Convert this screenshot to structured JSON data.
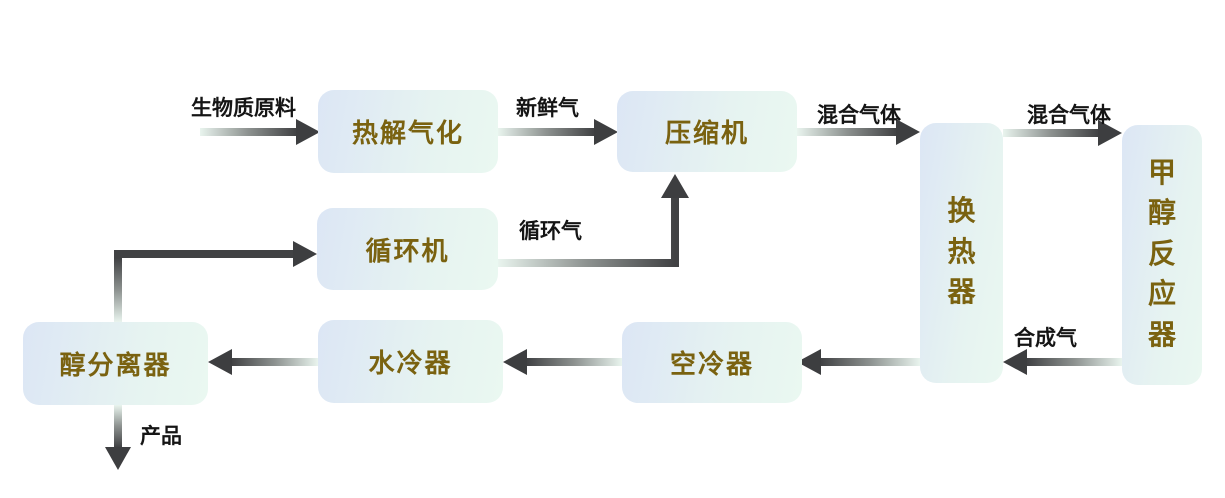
{
  "diagram": {
    "type": "process-flow",
    "description_language": "zh-CN",
    "colors": {
      "background": "#ffffff",
      "node_fill_start": "#dce6f5",
      "node_fill_end": "#eaf8f1",
      "node_text": "#7a6210",
      "flow_label_text": "#151515",
      "arrow_dark": "#3d3e40",
      "arrow_light": "#e9f4ee"
    },
    "nodes": [
      {
        "id": "pyrolysis",
        "label": "热解气化"
      },
      {
        "id": "compressor",
        "label": "压缩机"
      },
      {
        "id": "heat-exchanger",
        "label": "换热器"
      },
      {
        "id": "methanol-reactor",
        "label": "甲醇反应器"
      },
      {
        "id": "recycle-machine",
        "label": "循环机"
      },
      {
        "id": "alcohol-separator",
        "label": "醇分离器"
      },
      {
        "id": "water-cooler",
        "label": "水冷器"
      },
      {
        "id": "air-cooler",
        "label": "空冷器"
      }
    ],
    "edges": [
      {
        "id": "biomass-feed",
        "label": "生物质原料",
        "from": "external-input",
        "to": "pyrolysis"
      },
      {
        "id": "fresh-gas",
        "label": "新鲜气",
        "from": "pyrolysis",
        "to": "compressor"
      },
      {
        "id": "mixed-gas-1",
        "label": "混合气体",
        "from": "compressor",
        "to": "heat-exchanger"
      },
      {
        "id": "mixed-gas-2",
        "label": "混合气体",
        "from": "heat-exchanger",
        "to": "methanol-reactor"
      },
      {
        "id": "separator-to-recycle",
        "label": "",
        "from": "alcohol-separator",
        "to": "recycle-machine"
      },
      {
        "id": "recycle-gas",
        "label": "循环气",
        "from": "recycle-machine",
        "to": "compressor"
      },
      {
        "id": "syngas",
        "label": "合成气",
        "from": "methanol-reactor",
        "to": "heat-exchanger"
      },
      {
        "id": "hx-to-air-cooler",
        "label": "",
        "from": "heat-exchanger",
        "to": "air-cooler"
      },
      {
        "id": "air-to-water-cooler",
        "label": "",
        "from": "air-cooler",
        "to": "water-cooler"
      },
      {
        "id": "water-cooler-to-separator",
        "label": "",
        "from": "water-cooler",
        "to": "alcohol-separator"
      },
      {
        "id": "product-out",
        "label": "产品",
        "from": "alcohol-separator",
        "to": "external-output"
      }
    ]
  }
}
